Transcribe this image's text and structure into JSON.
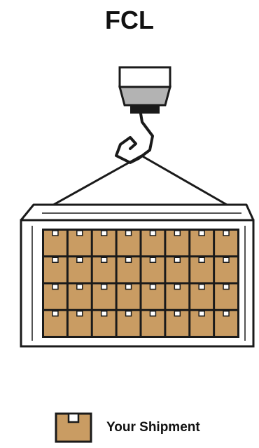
{
  "title": "FCL",
  "legend": {
    "label": "Your Shipment"
  },
  "colors": {
    "box": "#c99c63",
    "outline": "#1a1a1a",
    "hook_mount": "#b3b3b3",
    "background": "#ffffff"
  },
  "container": {
    "rows": 4,
    "columns": 8
  },
  "icons": [
    "crane-hook-icon",
    "shipping-container-icon",
    "shipment-box-icon"
  ]
}
